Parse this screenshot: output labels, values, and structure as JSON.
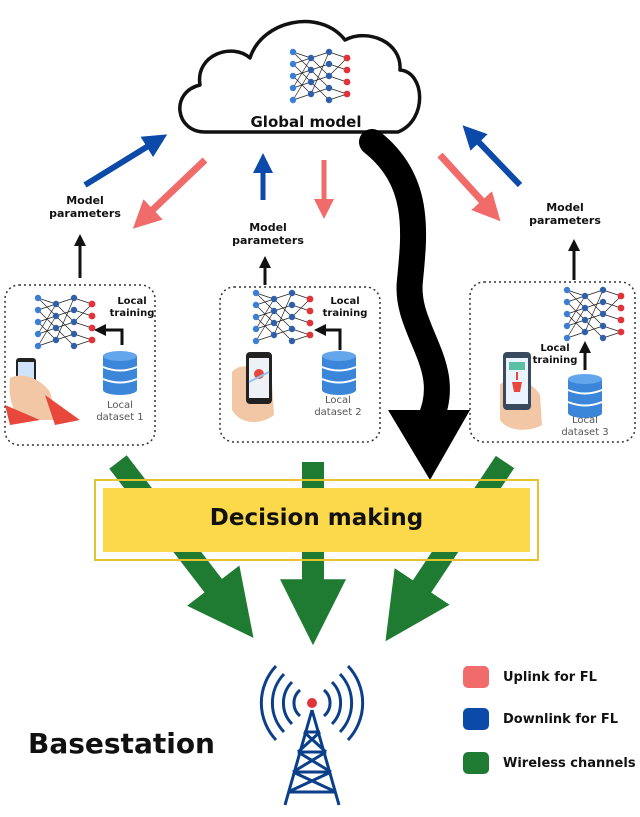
{
  "cloud": {
    "label": "Global model"
  },
  "clients": [
    {
      "param_label": "Model\nparameters",
      "training_label": "Local\ntraining",
      "dataset_label": "Local\ndataset 1"
    },
    {
      "param_label": "Model\nparameters",
      "training_label": "Local\ntraining",
      "dataset_label": "Local\ndataset 2"
    },
    {
      "param_label": "Model\nparameters",
      "training_label": "Local\ntraining",
      "dataset_label": "Local\ndataset 3"
    }
  ],
  "decision": {
    "label": "Decision making"
  },
  "basestation": {
    "label": "Basestation"
  },
  "legend": [
    {
      "label": "Uplink for FL",
      "color": "#f26b6b"
    },
    {
      "label": "Downlink for FL",
      "color": "#0b4aa8"
    },
    {
      "label": "Wireless channels",
      "color": "#1f7a32"
    }
  ],
  "colors": {
    "uplink": "#f26b6b",
    "downlink": "#0b4aa8",
    "wireless": "#1f7a32",
    "decision_fill": "#fbd94a",
    "decision_border": "#e7c32b"
  }
}
